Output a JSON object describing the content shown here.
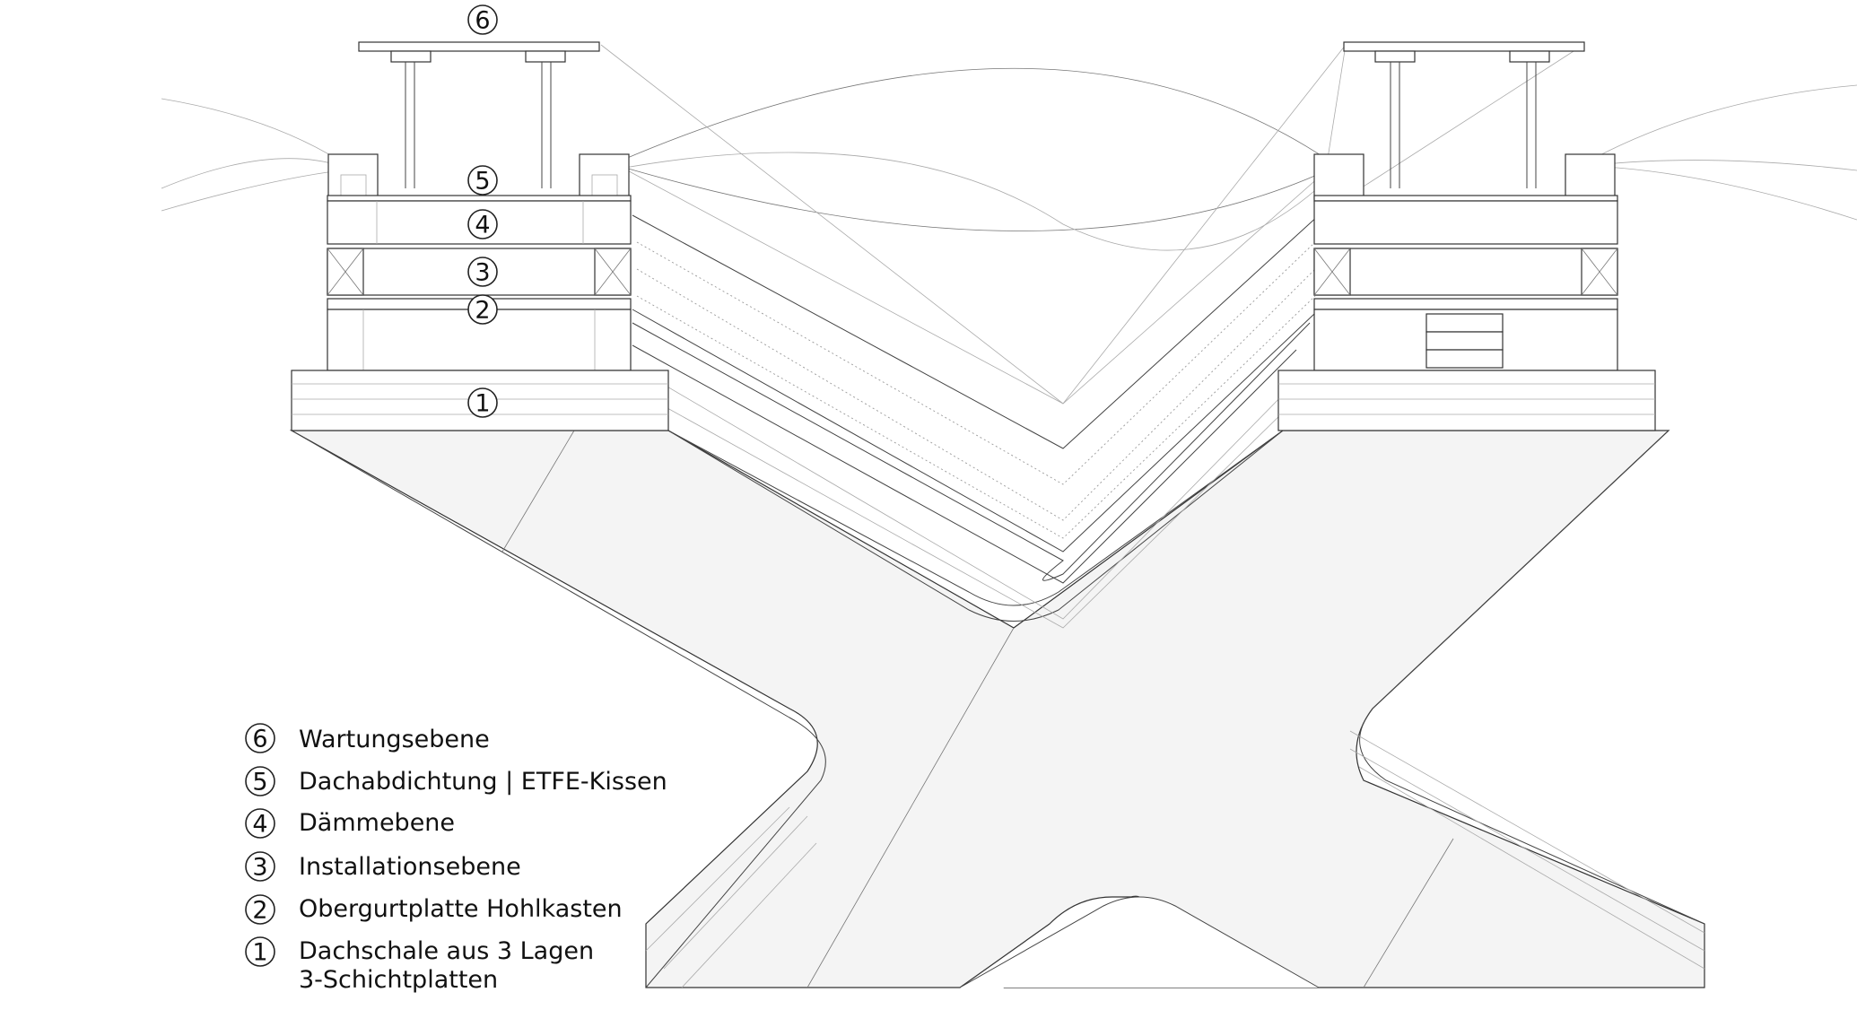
{
  "section_callouts": [
    {
      "num": "6"
    },
    {
      "num": "5"
    },
    {
      "num": "4"
    },
    {
      "num": "3"
    },
    {
      "num": "2"
    },
    {
      "num": "1"
    }
  ],
  "legend": [
    {
      "num": "6",
      "lines": [
        "Wartungsebene"
      ]
    },
    {
      "num": "5",
      "lines": [
        "Dachabdichtung | ETFE-Kissen"
      ]
    },
    {
      "num": "4",
      "lines": [
        "Dämmebene"
      ]
    },
    {
      "num": "3",
      "lines": [
        "Installationsebene"
      ]
    },
    {
      "num": "2",
      "lines": [
        "Obergurtplatte Hohlkasten"
      ]
    },
    {
      "num": "1",
      "lines": [
        "Dachschale aus 3 Lagen",
        "3-Schichtplatten"
      ]
    }
  ]
}
